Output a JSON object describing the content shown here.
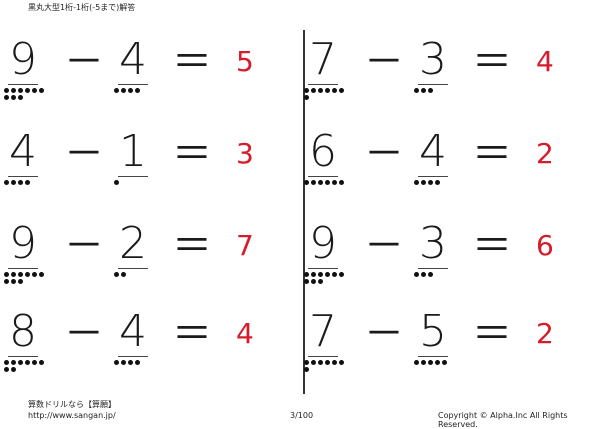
{
  "header": {
    "title": "黒丸大型1桁-1桁(-5まで)解答"
  },
  "problems": [
    {
      "a": "9",
      "b": "4",
      "minus": "－",
      "equals": "＝",
      "answer": "5"
    },
    {
      "a": "7",
      "b": "3",
      "minus": "－",
      "equals": "＝",
      "answer": "4"
    },
    {
      "a": "4",
      "b": "1",
      "minus": "－",
      "equals": "＝",
      "answer": "3"
    },
    {
      "a": "6",
      "b": "4",
      "minus": "－",
      "equals": "＝",
      "answer": "2"
    },
    {
      "a": "9",
      "b": "2",
      "minus": "－",
      "equals": "＝",
      "answer": "7"
    },
    {
      "a": "9",
      "b": "3",
      "minus": "－",
      "equals": "＝",
      "answer": "6"
    },
    {
      "a": "8",
      "b": "4",
      "minus": "－",
      "equals": "＝",
      "answer": "4"
    },
    {
      "a": "7",
      "b": "5",
      "minus": "－",
      "equals": "＝",
      "answer": "2"
    }
  ],
  "colors": {
    "answer": "#d61b2a",
    "text": "#1a1a1a"
  },
  "footer": {
    "brand": "算数ドリルなら【算願】",
    "url": "http://www.sangan.jp/",
    "page": "3/100",
    "copyright": "Copyright © Alpha.Inc All Rights Reserved."
  }
}
